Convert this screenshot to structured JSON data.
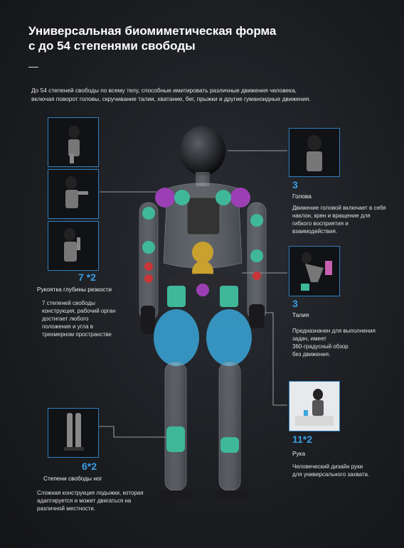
{
  "title_lines": [
    "Универсальная биомиметическая форма",
    "с до 54 степенями свободы"
  ],
  "intro_lines": [
    "До 54 степеней свободы по всему телу, способные имитировать различные движения человека,",
    "включая поворот головы, скручивание талии, хватание, бег, прыжки и другие гуманоидные движения."
  ],
  "left_arm": {
    "number": "7 *2",
    "label": "Рукоятка глубины резкости",
    "desc_lines": [
      "7 степеней свободы",
      "конструкция, рабочий орган",
      "достигает любого",
      "положения и угла в",
      "трехмерном пространстве"
    ]
  },
  "legs": {
    "number": "6*2",
    "label": "Степени свободы ног",
    "desc_lines": [
      "Сложная конструкция лодыжки, которая",
      "адаптируется и может двигаться на",
      "различной местности."
    ]
  },
  "head": {
    "number": "3",
    "label": "Голова",
    "desc_lines": [
      "Движение головой включает в себя",
      "наклон, крен и вращение для",
      "гибкого восприятия и",
      "взаимодействия."
    ]
  },
  "waist": {
    "number": "3",
    "label": "Талия",
    "desc_lines": [
      "Предназначен для выполнения",
      "задач, имеет",
      "360-градусный обзор",
      "без движения."
    ]
  },
  "hand": {
    "number": "11*2",
    "label": "Рука",
    "desc_lines": [
      "Человеческий дизайн руки",
      "для универсального захвата."
    ]
  },
  "colors": {
    "accent_blue": "#3a9ee0",
    "thumb_border": "#2f7fc0",
    "joint_green": "#3fb89a",
    "joint_purple": "#9b3fb5",
    "joint_yellow": "#c8a12e",
    "joint_red": "#c8363a",
    "hip_blue": "#3aa6d8"
  }
}
